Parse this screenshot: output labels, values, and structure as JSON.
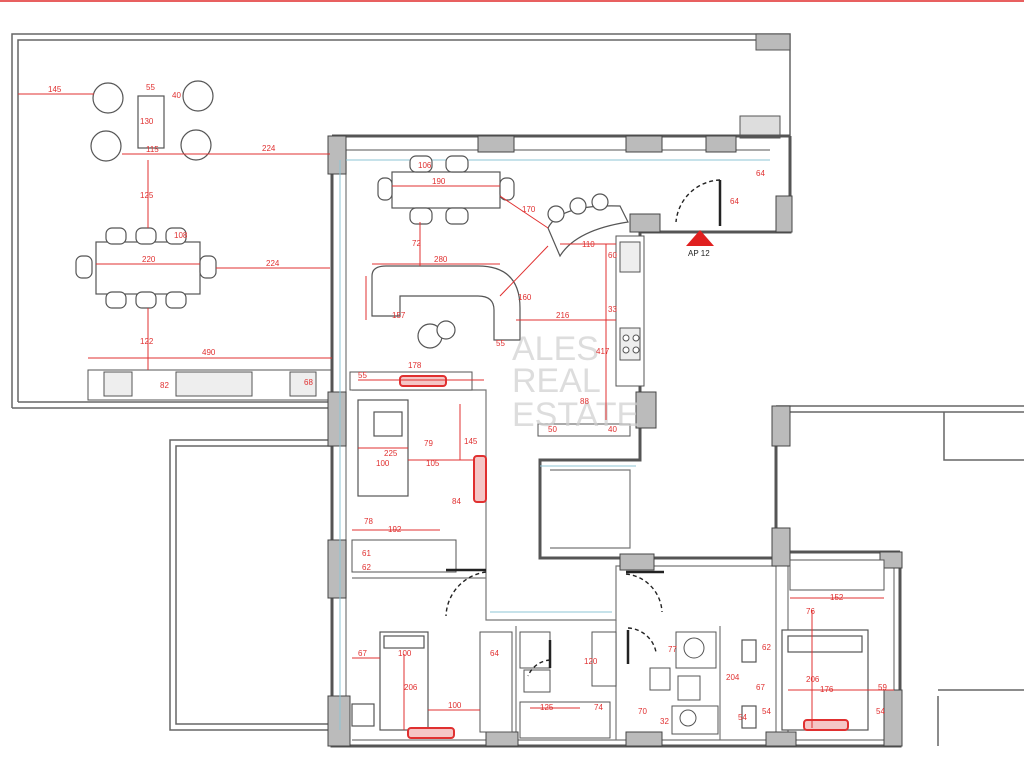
{
  "plan": {
    "apartment_label": "AP 12",
    "watermark": {
      "line1": "ALES",
      "line2": "REAL",
      "line3": "ESTATE"
    },
    "accent_color": "#e03030",
    "wall_color": "#555555",
    "dimensions": {
      "terrace_145": "145",
      "table_55": "55",
      "d_40": "40",
      "d_130": "130",
      "d_115": "115",
      "d_224a": "224",
      "d_125": "125",
      "table_220": "220",
      "d_108": "108",
      "d_224b": "224",
      "d_122": "122",
      "d_490": "490",
      "d_82": "82",
      "d_68": "68",
      "dining_190": "190",
      "d_106": "106",
      "d_72": "72",
      "d_170": "170",
      "d_110": "110",
      "sofa_280": "280",
      "d_160": "160",
      "d_157": "157",
      "d_55": "55",
      "d_216": "216",
      "d_60": "60",
      "d_33": "33",
      "d_417": "417",
      "d_88": "88",
      "d_40b": "40",
      "d_50": "50",
      "d_55b": "55",
      "d_178": "178",
      "d_225": "225",
      "d_79": "79",
      "d_100": "100",
      "d_105": "105",
      "d_145": "145",
      "d_84": "84",
      "d_78": "78",
      "d_192": "192",
      "d_61": "61",
      "d_62": "62",
      "d_67": "67",
      "d_100b": "100",
      "d_206": "206",
      "d_100c": "100",
      "d_64": "64",
      "d_120": "120",
      "d_125b": "125",
      "d_74": "74",
      "d_70": "70",
      "d_77": "77",
      "d_204": "204",
      "d_62b": "62",
      "d_152": "152",
      "d_76": "76",
      "d_67b": "67",
      "d_206b": "206",
      "d_176": "176",
      "d_59": "59",
      "d_54": "54",
      "d_54b": "54",
      "d_54c": "54",
      "d_32": "32",
      "d_64b": "64",
      "d_64c": "64"
    }
  }
}
